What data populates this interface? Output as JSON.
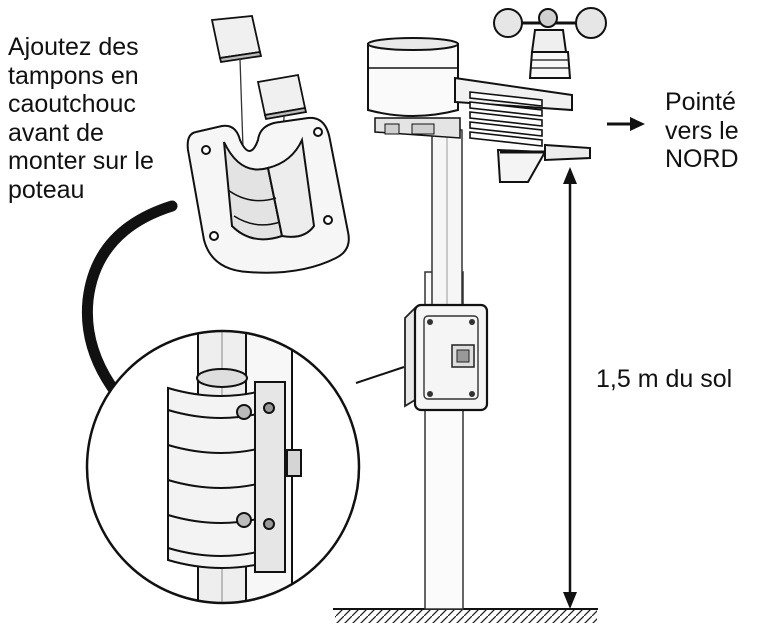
{
  "annotations": {
    "mounting_tip_lines": [
      "Ajoutez des",
      "tampons en",
      "caoutchouc",
      "avant de",
      "monter sur le",
      "poteau"
    ],
    "north_lines": [
      "Pointé",
      "vers le",
      "NORD"
    ],
    "height_label": "1,5 m du sol"
  },
  "icons": {
    "north_arrow": "right-arrow-icon",
    "curved_arrow": "curved-arrow-icon",
    "height_arrow": "double-headed-vertical-arrow-icon"
  },
  "colors": {
    "line": "#1a1a1a",
    "fill_light": "#f2f2f2",
    "fill_mid": "#d9d9d9"
  }
}
